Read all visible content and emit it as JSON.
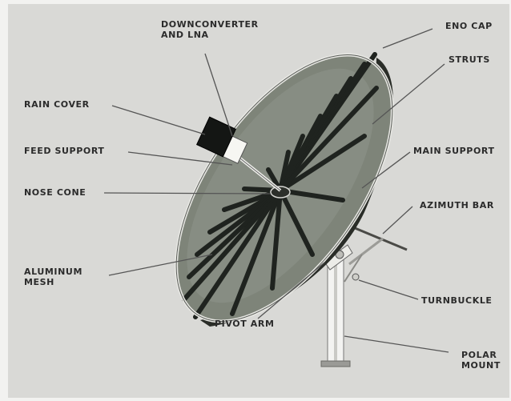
{
  "labels": {
    "downconverter_l1": "DOWNCONVERTER",
    "downconverter_l2": "AND LNA",
    "end_cap": "ENO CAP",
    "struts": "STRUTS",
    "rain_cover": "RAIN COVER",
    "feed_support": "FEED SUPPORT",
    "main_support": "MAIN SUPPORT",
    "nose_cone": "NOSE CONE",
    "azimuth_bar": "AZIMUTH BAR",
    "aluminum_mesh_l1": "ALUMINUM",
    "aluminum_mesh_l2": "MESH",
    "turnbuckle": "TURNBUCKLE",
    "pivot_arm": "PIVOT ARM",
    "polar_mount_l1": "POLAR",
    "polar_mount_l2": "MOUNT"
  },
  "colors": {
    "background": "#f2f2f0",
    "panel": "#d9d9d6",
    "dish_mesh": "#7e8479",
    "rib": "#1f231f",
    "text": "#2b2b2b"
  }
}
